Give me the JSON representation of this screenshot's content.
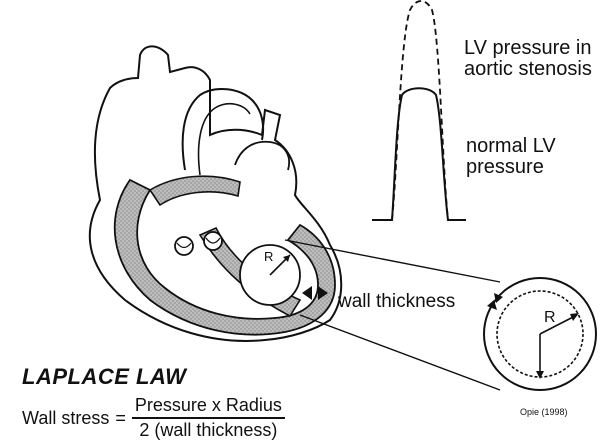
{
  "labels": {
    "lv_aortic_stenosis": "LV  pressure in aortic stenosis",
    "normal_lv": "normal LV pressure",
    "wall_thickness": "wall thickness",
    "radius_small": "R",
    "radius_zoom": "R"
  },
  "law": {
    "title": "LAPLACE LAW",
    "lhs": "Wall stress",
    "equals": "=",
    "numerator": "Pressure x Radius",
    "denominator": "2  (wall thickness)"
  },
  "credit": "Opie (1998)",
  "colors": {
    "ink": "#111111",
    "myocardium_fill": "#a9a9a9",
    "paper": "#ffffff"
  }
}
